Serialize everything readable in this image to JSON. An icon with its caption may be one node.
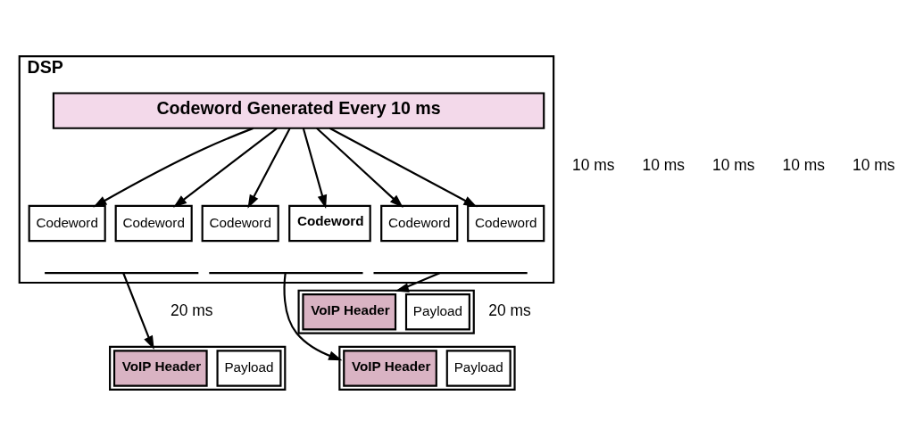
{
  "diagram": {
    "nodes": [
      {
        "text": [
          "DSP"
        ]
      },
      {
        "text": [
          "Codeword Generated Every 10 ms"
        ],
        "in": 0
      },
      {
        "text": [
          "Codeword"
        ],
        "in": 0
      },
      {
        "text": [
          "Codeword"
        ],
        "in": 0
      },
      {
        "text": [
          "Codeword"
        ],
        "in": 0
      },
      {
        "text": [
          "Codeword"
        ],
        "in": 0
      },
      {
        "text": [
          "Codeword"
        ],
        "in": 0
      },
      {
        "text": [
          "Codeword"
        ],
        "in": 0
      },
      {
        "text": [],
        "shape": "bracket",
        "in": 0
      },
      {
        "text": [],
        "shape": "bracket",
        "in": 0
      },
      {
        "text": [],
        "shape": "bracket",
        "in": 0
      },
      {
        "text": [],
        "shape": "box"
      },
      {
        "text": [
          "VoIP Header"
        ],
        "in": 11
      },
      {
        "text": [
          "Payload"
        ],
        "in": 11
      },
      {
        "text": [],
        "shape": "box"
      },
      {
        "text": [
          "VoIP Header"
        ],
        "in": 14
      },
      {
        "text": [
          "Payload"
        ],
        "in": 14
      },
      {
        "text": [],
        "shape": "box"
      },
      {
        "text": [
          "VoIP Header"
        ],
        "in": 17
      },
      {
        "text": [
          "Payload"
        ],
        "in": 17
      }
    ],
    "edges": [
      {
        "from": 1,
        "to": 2,
        "arrow": "to"
      },
      {
        "from": 1,
        "to": 3,
        "arrow": "to"
      },
      {
        "from": 1,
        "to": 4,
        "arrow": "to"
      },
      {
        "from": 1,
        "to": 5,
        "arrow": "to"
      },
      {
        "from": 1,
        "to": 6,
        "arrow": "to"
      },
      {
        "from": 1,
        "to": 7,
        "arrow": "to"
      },
      {
        "from": 8,
        "to": 11,
        "arrow": "to"
      },
      {
        "from": 9,
        "to": 14,
        "arrow": "to"
      },
      {
        "from": 10,
        "to": 17,
        "arrow": "to"
      }
    ],
    "labels": [
      "10 ms",
      "10 ms",
      "10 ms",
      "10 ms",
      "10 ms",
      "20 ms",
      "20 ms"
    ]
  }
}
